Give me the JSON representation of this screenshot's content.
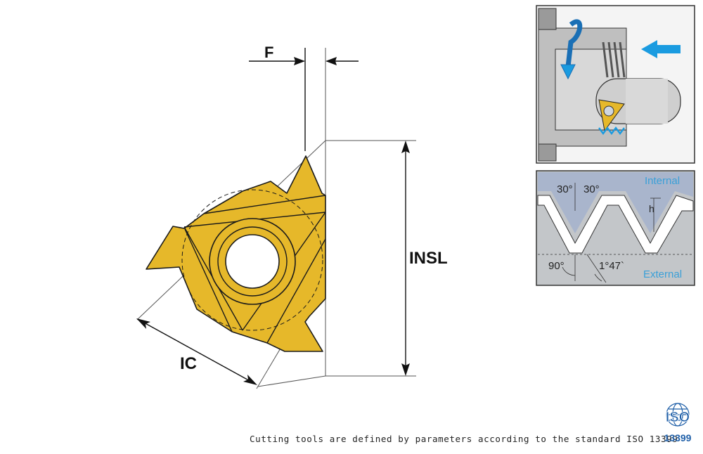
{
  "insert_diagram": {
    "dim_f": "F",
    "dim_insl": "INSL",
    "dim_ic": "IC"
  },
  "thread_profile": {
    "angle_left": "30°",
    "angle_right": "30°",
    "height": "h",
    "internal": "Internal",
    "external": "External",
    "angle_root": "90°",
    "helix_angle": "1°47`"
  },
  "caption": "Cutting tools are defined by parameters according to the standard ISO 13399",
  "iso_logo": {
    "top": "ISO",
    "bottom": "13399"
  },
  "colors": {
    "insert_gold": "#e6b82a",
    "insert_outline": "#1a1a1a",
    "profile_internal": "#a9b5cc",
    "profile_external": "#c3c6c9",
    "arrow_blue": "#1a9be0",
    "label_blue": "#3aa0d8",
    "iso_blue": "#1f5fa8"
  }
}
